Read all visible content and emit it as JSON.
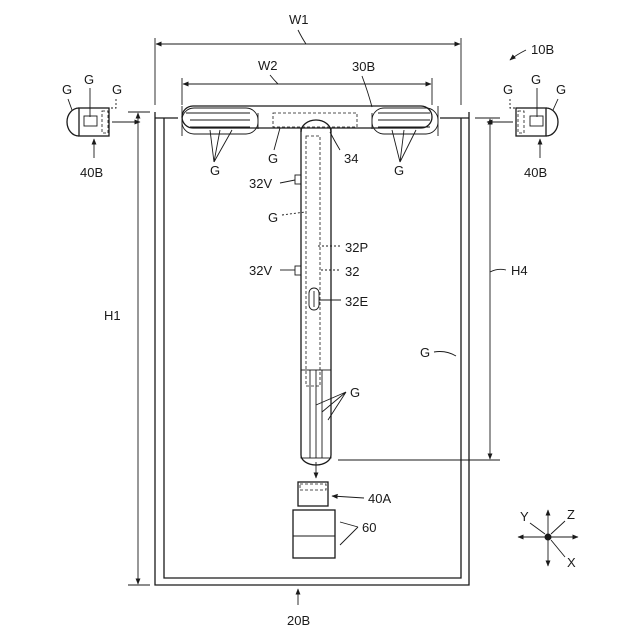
{
  "figure": {
    "ref_main": "10B",
    "ref_rack": "30B",
    "ref_base": "20B",
    "ref_sensor_right": "40B",
    "ref_sensor_left": "40B",
    "ref_sensor_bottom": "40A",
    "ref_block": "60",
    "ref_crossbar": "34",
    "ref_pole": "32",
    "ref_pole_inner": "32P",
    "ref_pole_end": "32E",
    "ref_valve_upper": "32V",
    "ref_valve_lower": "32V",
    "dim_w1": "W1",
    "dim_w2": "W2",
    "dim_h1": "H1",
    "dim_h4": "H4",
    "glass_label": "G",
    "axis_x": "X",
    "axis_y": "Y",
    "axis_z": "Z"
  }
}
